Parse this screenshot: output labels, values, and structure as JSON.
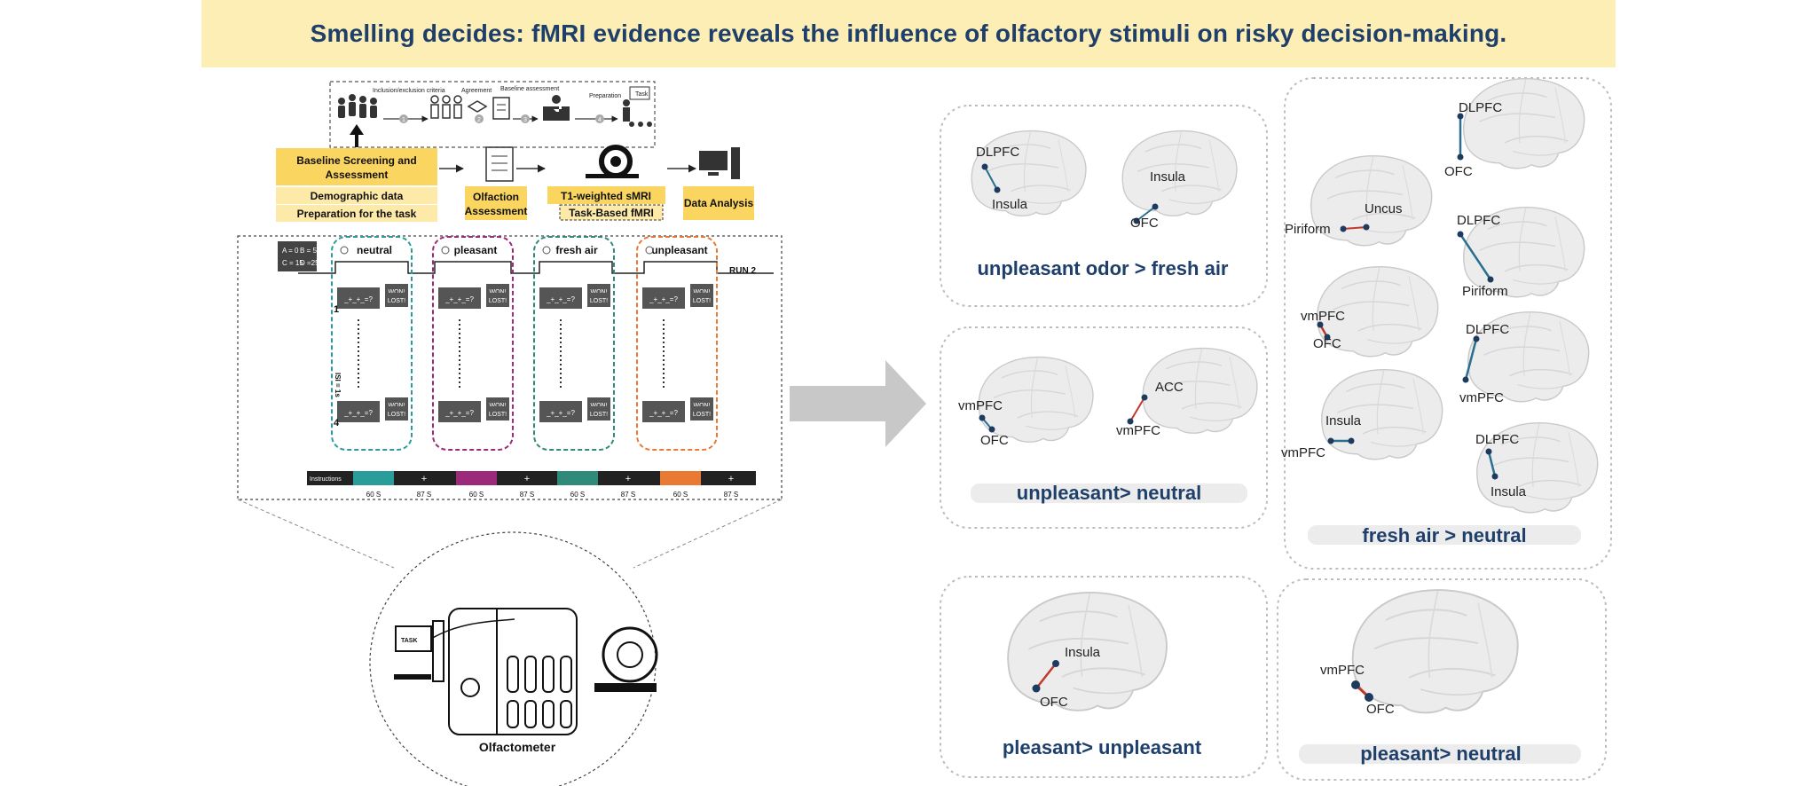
{
  "title": "Smelling decides: fMRI evidence reveals the influence of olfactory stimuli on risky decision-making.",
  "left_panel": {
    "steps": [
      "Inclusion/exclusion criteria",
      "Agreement",
      "Baseline assessment",
      "Preparation",
      "Task"
    ],
    "step_numbers": [
      "1",
      "2",
      "3",
      "4"
    ],
    "workflow": {
      "baseline": "Baseline Screening and Assessment",
      "demographic": "Demographic data",
      "preparation": "Preparation for the task",
      "olfaction": "Olfaction Assessment",
      "t1": "T1-weighted sMRI",
      "taskfmri": "Task-Based fMRI",
      "analysis": "Data Analysis"
    },
    "legend": {
      "a": "A = 0",
      "b": "B = 5",
      "c": "C = 15",
      "d": "D =25"
    },
    "conditions": [
      {
        "label": "neutral",
        "color": "#2a9d9a"
      },
      {
        "label": "pleasant",
        "color": "#9c2a7a"
      },
      {
        "label": "fresh air",
        "color": "#2f8a7a"
      },
      {
        "label": "unpleasant",
        "color": "#e97a34"
      }
    ],
    "run_label": "RUN 2",
    "trial_text": "_+_+_=?",
    "won": "WON!",
    "lost": "LOST!",
    "trial_first": "1",
    "trial_last": "4",
    "isi": "ISI = 1s",
    "timeline": {
      "instructions": "Instructions",
      "plus": "+",
      "block": "60 S",
      "rest": "87 S"
    },
    "olfactometer": "Olfactometer",
    "task_screen": "TASK"
  },
  "panels": {
    "p1": {
      "caption": "unpleasant odor > fresh air",
      "labels": [
        "DLPFC",
        "Insula",
        "Insula",
        "OFC"
      ]
    },
    "p2": {
      "caption": "unpleasant> neutral",
      "labels": [
        "vmPFC",
        "OFC",
        "ACC",
        "vmPFC"
      ]
    },
    "p3": {
      "caption": "fresh air > neutral",
      "labels": [
        "DLPFC",
        "OFC",
        "Uncus",
        "Piriform",
        "DLPFC",
        "Piriform",
        "vmPFC",
        "OFC",
        "DLPFC",
        "vmPFC",
        "Insula",
        "vmPFC",
        "DLPFC",
        "Insula"
      ]
    },
    "p4": {
      "caption": "pleasant> unpleasant",
      "labels": [
        "Insula",
        "OFC"
      ]
    },
    "p5": {
      "caption": "pleasant> neutral",
      "labels": [
        "vmPFC",
        "OFC"
      ]
    }
  },
  "colors": {
    "title": "#1f3f6b",
    "banner": "#fdeeb6",
    "yellow_box": "#fad55f",
    "red_edge": "#c0392b",
    "blue_edge": "#2a6f8f",
    "node": "#1d3a5f"
  }
}
